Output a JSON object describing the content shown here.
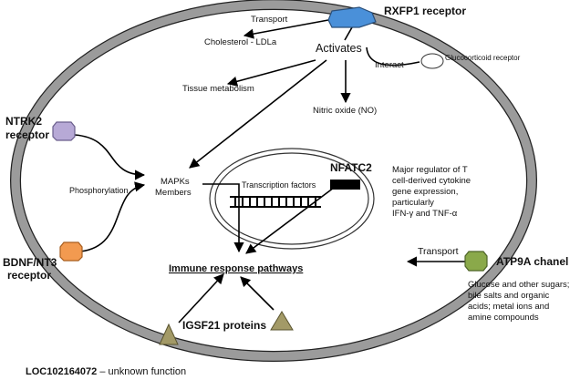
{
  "receptors": {
    "rxfp1": {
      "label": "RXFP1 receptor",
      "color": "#4a90d9"
    },
    "glucocorticoid": {
      "label": "Glucocorticoid receptor"
    },
    "ntrk2": {
      "line1": "NTRK2",
      "line2": "receptor",
      "color": "#b7a9d6"
    },
    "bdnf": {
      "line1": "BDNF/NT3",
      "line2": "receptor",
      "color": "#f29a50"
    },
    "atp9a": {
      "label": "ATP9A chanel",
      "color": "#8aa94a"
    }
  },
  "labels": {
    "transport_top": "Transport",
    "cholesterol": "Cholesterol - LDLa",
    "activates": "Activates",
    "interact": "Interact",
    "tissue_metabolism": "Tissue metabolism",
    "nitric_oxide": "Nitric oxide (NO)",
    "mapks_line1": "MAPKs",
    "mapks_line2": "Members",
    "phosphorylation": "Phosphorylation",
    "transcription_factors": "Transcription factors",
    "nfatc2": "NFATC2",
    "immune_pathways": "Immune response pathways",
    "transport_right": "Transport",
    "igsf21": "IGSF21 proteins",
    "loc_id": "LOC102164072",
    "loc_desc": " – unknown function"
  },
  "nfatc2_note": [
    "Major regulator of T",
    "cell-derived cytokine",
    "gene expression,",
    "particularly",
    "IFN-γ and TNF-α"
  ],
  "atp9a_note": [
    "Glucose and other sugars;",
    "bile salts and organic",
    "acids; metal ions and",
    "amine compounds"
  ],
  "colors": {
    "cell_membrane": "#9b9b9b",
    "igsf21_triangle": "#a39a67"
  }
}
